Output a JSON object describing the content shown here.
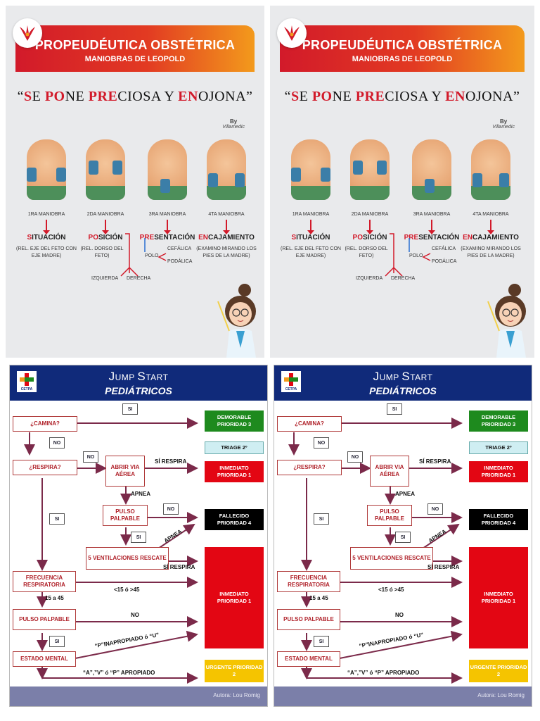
{
  "leopold": {
    "title": "PROPEUDÉUTICA OBSTÉTRICA",
    "subtitle": "MANIOBRAS DE LEOPOLD",
    "mnemonic": {
      "open": "“",
      "s1": "S",
      "w1": "E ",
      "s2": "PO",
      "w2": "NE ",
      "s3": "PRE",
      "w3": "CIOSA Y ",
      "s4": "EN",
      "w4": "OJONA",
      "close": "”"
    },
    "by_label": "By",
    "brand": "Villamedic",
    "maneuvers": [
      {
        "num": "1RA MANIOBRA",
        "hl": "S",
        "rest": "ITUACIÓN",
        "desc": "(REL. EJE DEL FETO CON EJE MADRE)"
      },
      {
        "num": "2DA MANIOBRA",
        "hl": "PO",
        "rest": "SICIÓN",
        "desc": "(REL. DORSO DEL FETO)"
      },
      {
        "num": "3RA MANIOBRA",
        "hl": "PRE",
        "rest": "SENTACIÓN",
        "desc": ""
      },
      {
        "num": "4TA MANIOBRA",
        "hl": "EN",
        "rest": "CAJAMIENTO",
        "desc": "(EXAMINO MIRANDO LOS PIES DE LA MADRE)"
      }
    ],
    "position_sides": [
      "IZQUIERDA",
      "DERECHA"
    ],
    "polo": "POLO",
    "polo_options": [
      "CEFÁLICA",
      "PODÁLICA"
    ]
  },
  "jumpstart": {
    "title_j": "J",
    "title_ump": "UMP ",
    "title_s": "S",
    "title_tart": "TART",
    "title2": "PEDIÁTRICOS",
    "logo_text": "CETPA",
    "boxes": {
      "camina": "¿CAMINA?",
      "respira": "¿RESPIRA?",
      "abrir": "ABRIR VIA AÉREA",
      "pulso": "PULSO PALPABLE",
      "vent": "5 VENTILACIONES RESCATE",
      "frecuencia": "FRECUENCIA RESPIRATORIA",
      "pulso2": "PULSO PALPABLE",
      "estado": "ESTADO MENTAL"
    },
    "tags": {
      "si": "SI",
      "no": "NO"
    },
    "labels": {
      "si_respira": "SÍ RESPIRA",
      "apnea": "APNEA",
      "rango": "<15 ó >45",
      "normal": "15 a 45",
      "no": "NO",
      "inapropiado": "“P”INAPROPIADO ó “U”",
      "apropiado": "“A”,”V” ó “P” APROPIADO"
    },
    "outcomes": {
      "demorable": "DEMORABLE PRIORIDAD 3",
      "triage": "TRIAGE 2º",
      "inmediato": "INMEDIATO PRIORIDAD 1",
      "fallecido": "FALLECIDO PRIORIDAD 4",
      "urgente": "URGENTE PRIORIDAD 2"
    },
    "author": "Autora: Lou Romig"
  },
  "colors": {
    "header_red": "#d21a2a",
    "header_orange": "#f39a1c",
    "js_navy": "#102a7a",
    "green": "#1e8a1e",
    "red": "#e30613",
    "black": "#000000",
    "yellow": "#f5c400",
    "light_blue": "#cfeef2",
    "arrow": "#7b2a4a"
  }
}
